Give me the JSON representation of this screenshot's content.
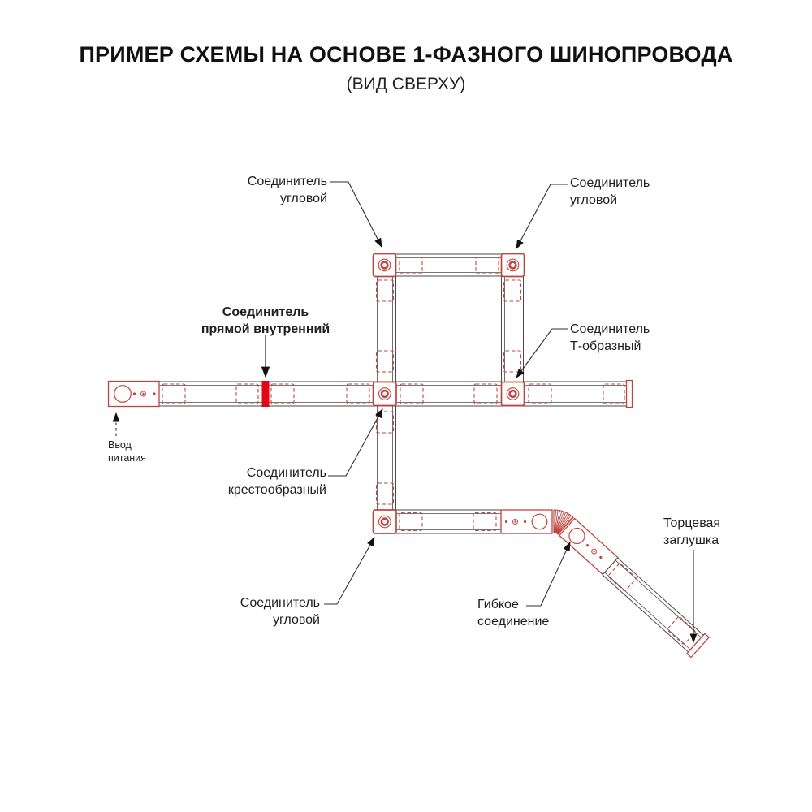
{
  "title": "ПРИМЕР СХЕМЫ НА ОСНОВЕ 1-ФАЗНОГО ШИНОПРОВОДА",
  "subtitle": "(ВИД СВЕРХУ)",
  "labels": {
    "corner_top_left": "Соединитель\nугловой",
    "corner_top_right": "Соединитель\nугловой",
    "straight_internal": "Соединитель\nпрямой внутренний",
    "t_shaped": "Соединитель\nТ-образный",
    "power_input": "Ввод\nпитания",
    "cross": "Соединитель\nкрестообразный",
    "corner_bottom": "Соединитель\nугловой",
    "flexible": "Гибкое\nсоединение",
    "end_cap": "Торцевая\nзаглушка"
  },
  "colors": {
    "background": "#ffffff",
    "track_outline": "#4a4a4a",
    "connector_red": "#c0453e",
    "highlight_red": "#e30613",
    "text": "#1f1f1f",
    "leader": "#2f2f2f"
  }
}
